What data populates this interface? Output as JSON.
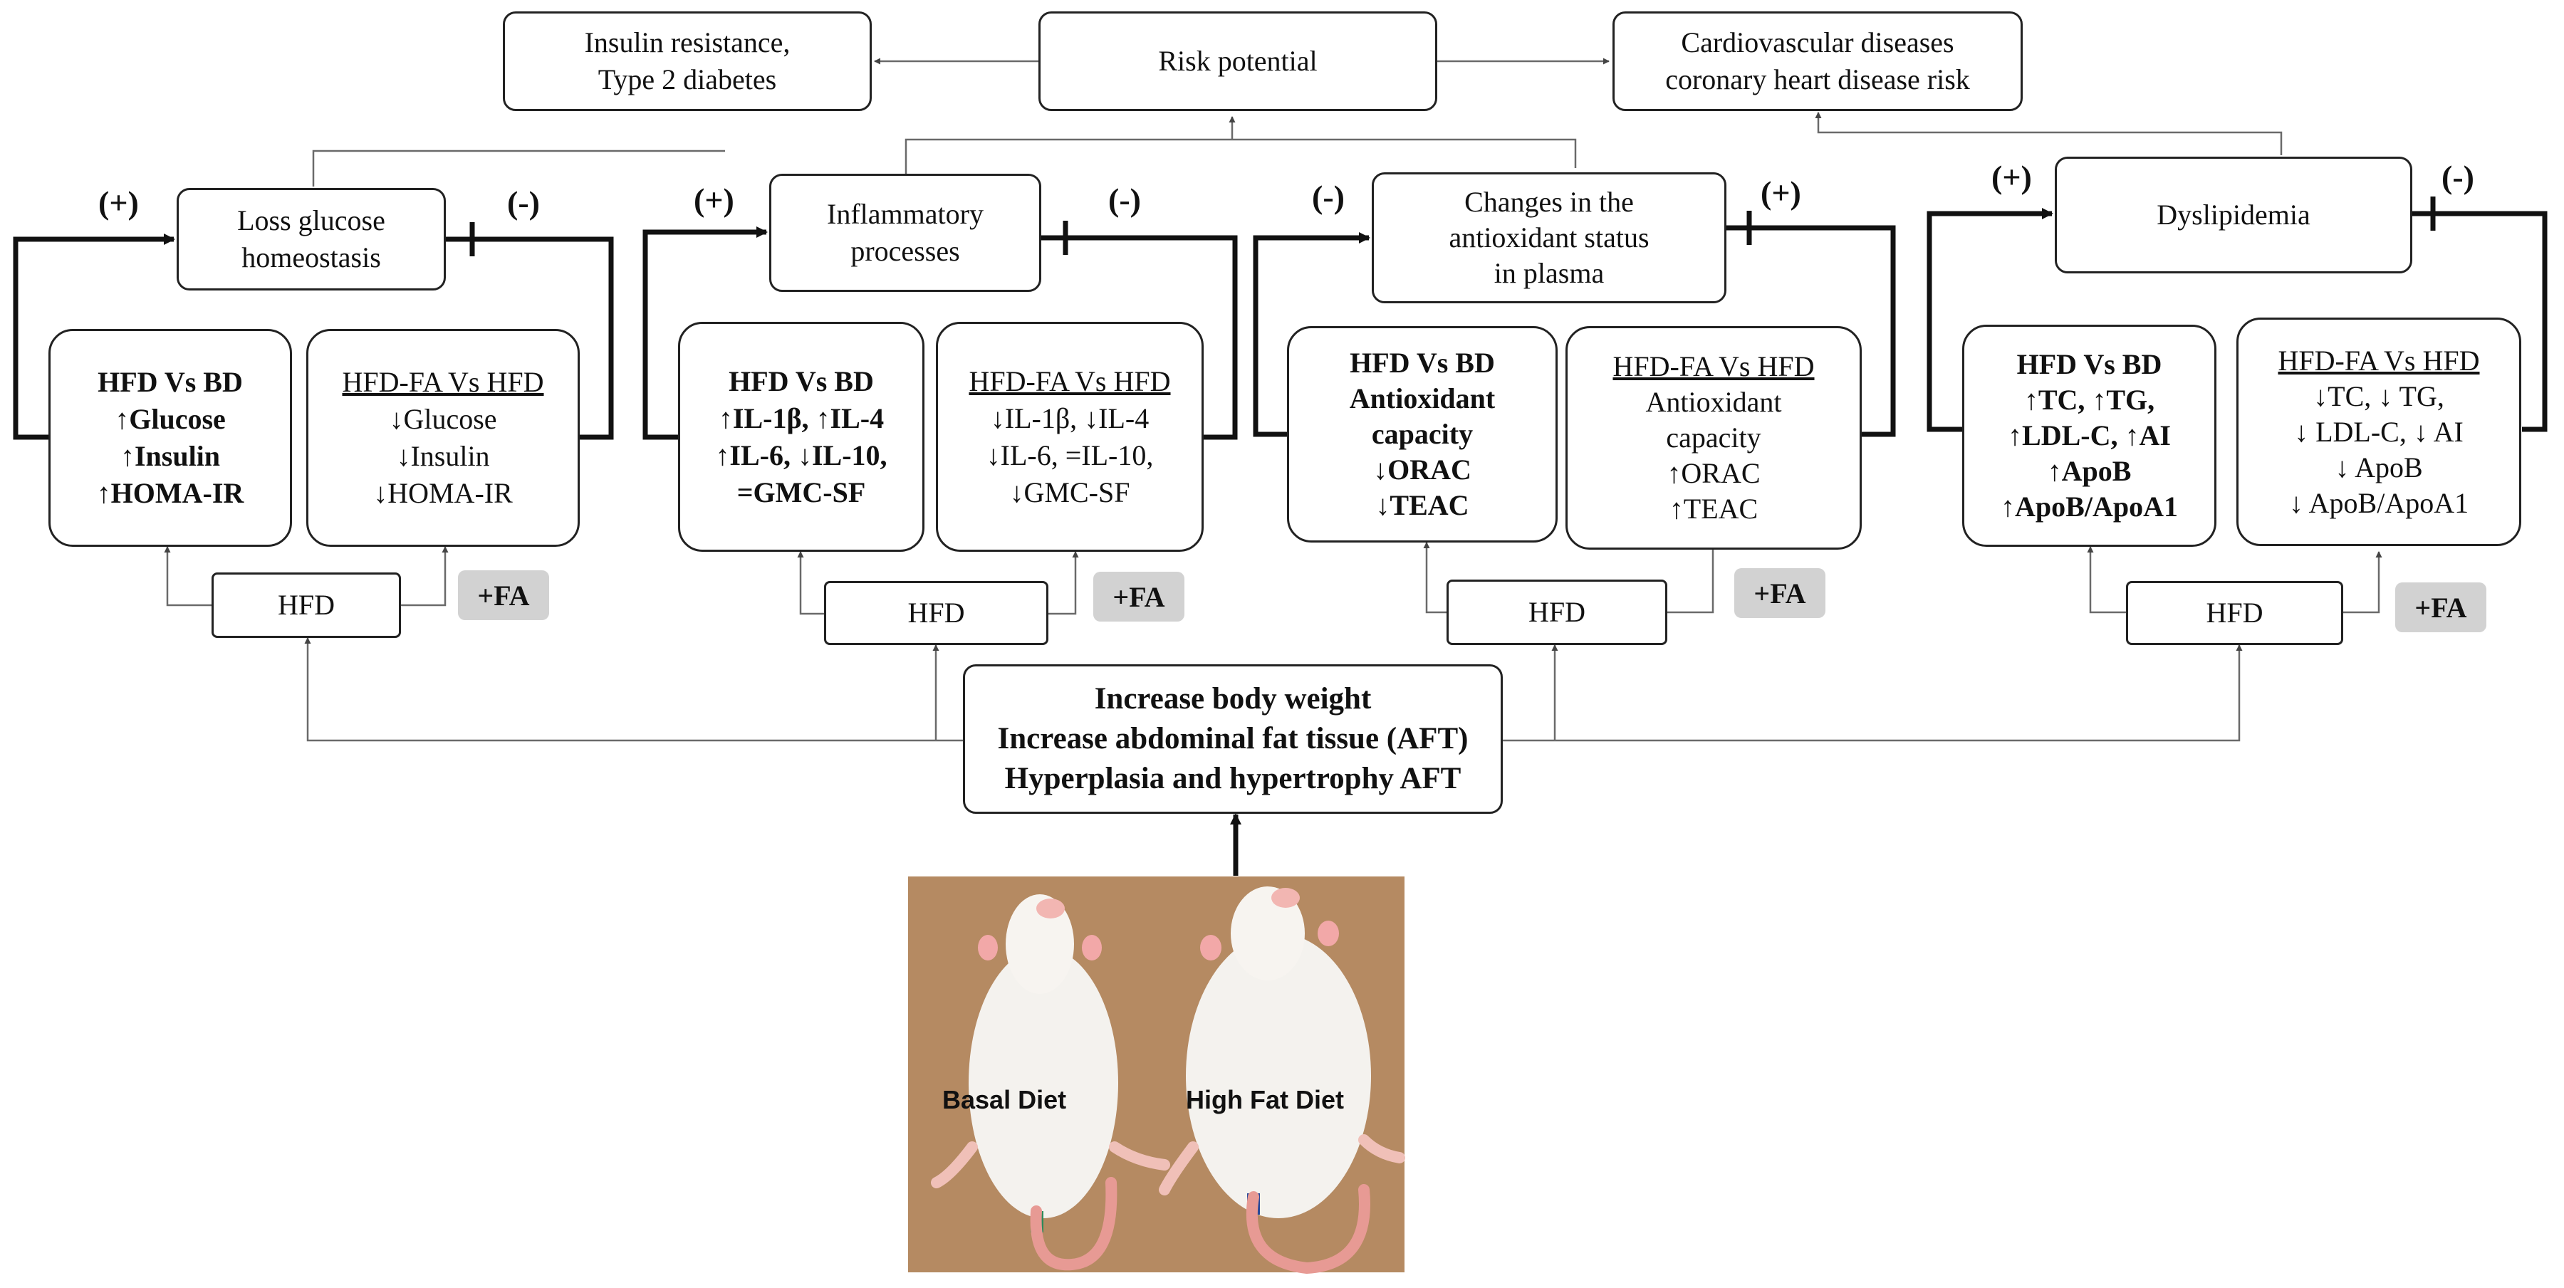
{
  "risk": {
    "center": "Risk potential",
    "left": [
      "Insulin resistance,",
      "Type 2 diabetes"
    ],
    "right": [
      "Cardiovascular diseases",
      "coronary heart disease risk"
    ]
  },
  "panels": [
    {
      "title": [
        "Loss glucose",
        "homeostasis"
      ],
      "left_sign": "(+)",
      "right_sign": "(-)",
      "hfd_vs_bd": {
        "header": "HFD Vs BD",
        "lines": [
          "↑Glucose",
          "↑Insulin",
          "↑HOMA-IR"
        ]
      },
      "fa_vs_hfd": {
        "header": "HFD-FA Vs HFD",
        "lines": [
          "↓Glucose",
          "↓Insulin",
          "↓HOMA-IR"
        ]
      },
      "hfd_label": "HFD",
      "fa_label": "+FA"
    },
    {
      "title": [
        "Inflammatory",
        "processes"
      ],
      "left_sign": "(+)",
      "right_sign": "(-)",
      "hfd_vs_bd": {
        "header": "HFD Vs BD",
        "lines": [
          "↑IL-1β, ↑IL-4",
          "↑IL-6, ↓IL-10,",
          "=GMC-SF"
        ]
      },
      "fa_vs_hfd": {
        "header": "HFD-FA Vs HFD",
        "lines": [
          "↓IL-1β, ↓IL-4",
          "↓IL-6, =IL-10,",
          "↓GMC-SF"
        ]
      },
      "hfd_label": "HFD",
      "fa_label": "+FA"
    },
    {
      "title": [
        "Changes in the",
        "antioxidant status",
        "in plasma"
      ],
      "left_sign": "(-)",
      "right_sign": "(+)",
      "hfd_vs_bd": {
        "header": "HFD Vs BD",
        "lines": [
          "Antioxidant",
          "capacity",
          "↓ORAC",
          "↓TEAC"
        ]
      },
      "fa_vs_hfd": {
        "header": "HFD-FA Vs HFD",
        "lines": [
          "Antioxidant",
          "capacity",
          "↑ORAC",
          "↑TEAC"
        ]
      },
      "hfd_label": "HFD",
      "fa_label": "+FA"
    },
    {
      "title": [
        "Dyslipidemia"
      ],
      "left_sign": "(+)",
      "right_sign": "(-)",
      "hfd_vs_bd": {
        "header": "HFD Vs BD",
        "lines": [
          "↑TC, ↑TG,",
          "↑LDL-C, ↑AI",
          "↑ApoB",
          "↑ApoB/ApoA1"
        ]
      },
      "fa_vs_hfd": {
        "header": "HFD-FA Vs HFD",
        "lines": [
          "↓TC, ↓ TG,",
          "↓ LDL-C, ↓ AI",
          "↓ ApoB",
          "↓ ApoB/ApoA1"
        ]
      },
      "hfd_label": "HFD",
      "fa_label": "+FA"
    }
  ],
  "central": [
    "Increase body weight",
    "Increase abdominal fat tissue (AFT)",
    "Hyperplasia and hypertrophy AFT"
  ],
  "photo": {
    "left_label": "Basal Diet",
    "right_label": "High Fat Diet"
  },
  "colors": {
    "line": "#222222",
    "thin_line": "#6a6a6a",
    "fa_badge": "#d2d2d2",
    "photo_bg": "#b58a62"
  }
}
